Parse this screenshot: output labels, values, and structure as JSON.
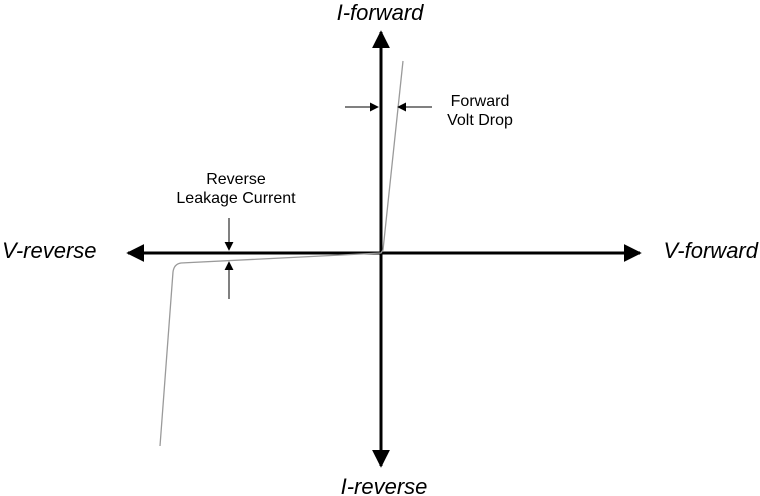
{
  "axes": {
    "y_positive": "I-forward",
    "y_negative": "I-reverse",
    "x_negative": "V-reverse",
    "x_positive": "V-forward"
  },
  "annotations": {
    "forward_drop": [
      "Forward",
      "Volt Drop"
    ],
    "reverse_leakage": [
      "Reverse",
      "Leakage Current"
    ]
  },
  "colors": {
    "axis": "#000000",
    "curve": "#9a9a9a",
    "text": "#000000"
  }
}
